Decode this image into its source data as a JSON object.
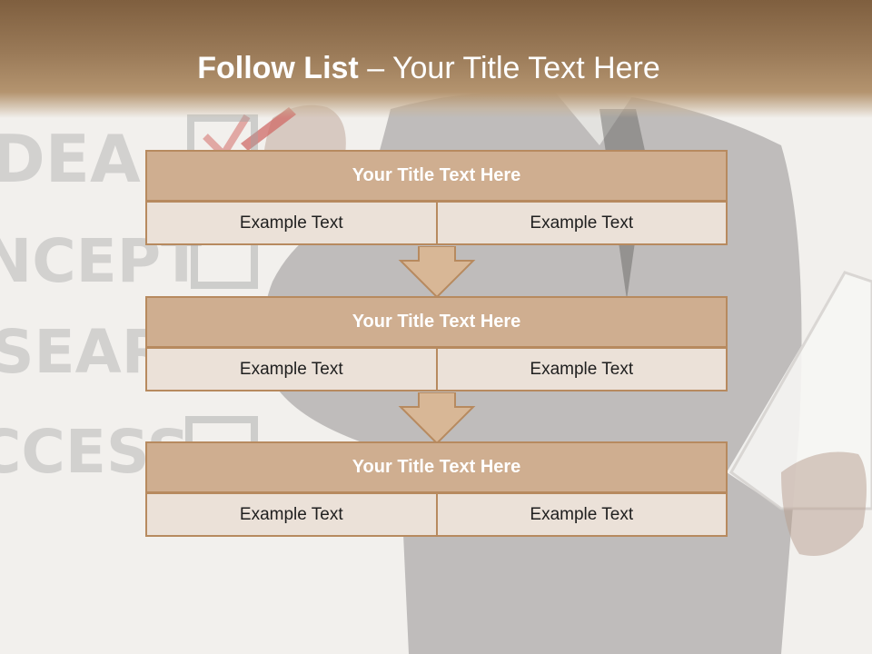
{
  "slide": {
    "title_strong": "Follow List",
    "title_sep": " – ",
    "title_rest": "Your Title Text Here"
  },
  "blocks": [
    {
      "title": "Your Title Text Here",
      "cells": [
        "Example Text",
        "Example Text"
      ]
    },
    {
      "title": "Your Title Text Here",
      "cells": [
        "Example Text",
        "Example Text"
      ]
    },
    {
      "title": "Your Title Text Here",
      "cells": [
        "Example Text",
        "Example Text"
      ]
    }
  ],
  "background": {
    "words": [
      "DEA",
      "NCEPT",
      "SEARC",
      "CCESS"
    ]
  },
  "colors": {
    "header": "#8c6b49",
    "block_title_fill": "#cfae90",
    "block_cell_fill": "#ebe1d8",
    "border": "#b78a5f",
    "arrow_fill": "#d8b796"
  }
}
